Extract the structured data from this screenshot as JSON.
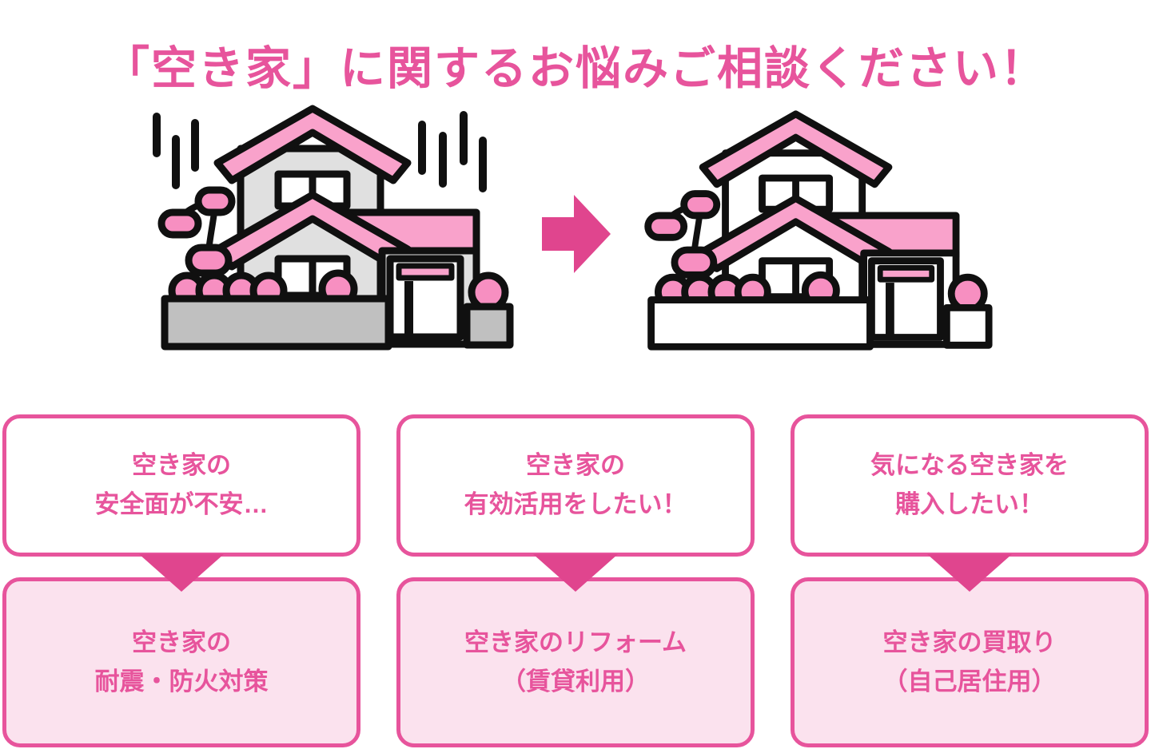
{
  "theme": {
    "accent": "#e7549c",
    "connector": "#e0458e",
    "roof-pink": "#f9a2cb",
    "bush-pink": "#f78fc1",
    "wall-gray": "#e0e0e0",
    "fence-gray": "#c0c0c0",
    "box-bg": "#fbe2ee",
    "outline": "#101010"
  },
  "title": {
    "text": "「空き家」に関するお悩みご相談ください！"
  },
  "illustration": {
    "before_house": "vacant-gray-house",
    "after_house": "maintained-white-house",
    "arrow": "right-arrow"
  },
  "columns": [
    {
      "problem": [
        "空き家の",
        "安全面が不安…"
      ],
      "solution": [
        "空き家の",
        "耐震・防火対策"
      ]
    },
    {
      "problem": [
        "空き家の",
        "有効活用をしたい！"
      ],
      "solution": [
        "空き家のリフォーム",
        "（賃貸利用）"
      ]
    },
    {
      "problem": [
        "気になる空き家を",
        "購入したい！"
      ],
      "solution": [
        "空き家の買取り",
        "（自己居住用）"
      ]
    }
  ]
}
